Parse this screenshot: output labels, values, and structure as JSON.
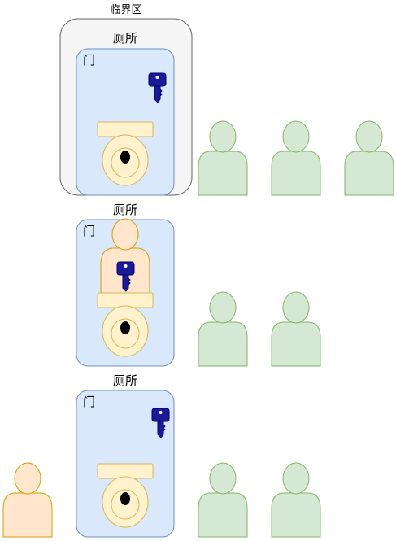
{
  "critical_section": {
    "label": "临界区"
  },
  "scenes": [
    {
      "title": "厕所",
      "door_label": "门"
    },
    {
      "title": "厕所",
      "door_label": "门"
    },
    {
      "title": "厕所",
      "door_label": "门"
    }
  ],
  "colors": {
    "critical_bg": "#f5f5f5",
    "critical_border": "#666666",
    "door_fill": "#dae8fc",
    "door_border": "#6c8ebf",
    "toilet_fill": "#fff2cc",
    "toilet_border": "#d6b656",
    "waiting_person_fill": "#d5e8d4",
    "waiting_person_border": "#82b366",
    "active_person_fill": "#ffe6cc",
    "active_person_border": "#d79b00",
    "key_fill": "#1a1a99",
    "key_border": "#000066"
  }
}
